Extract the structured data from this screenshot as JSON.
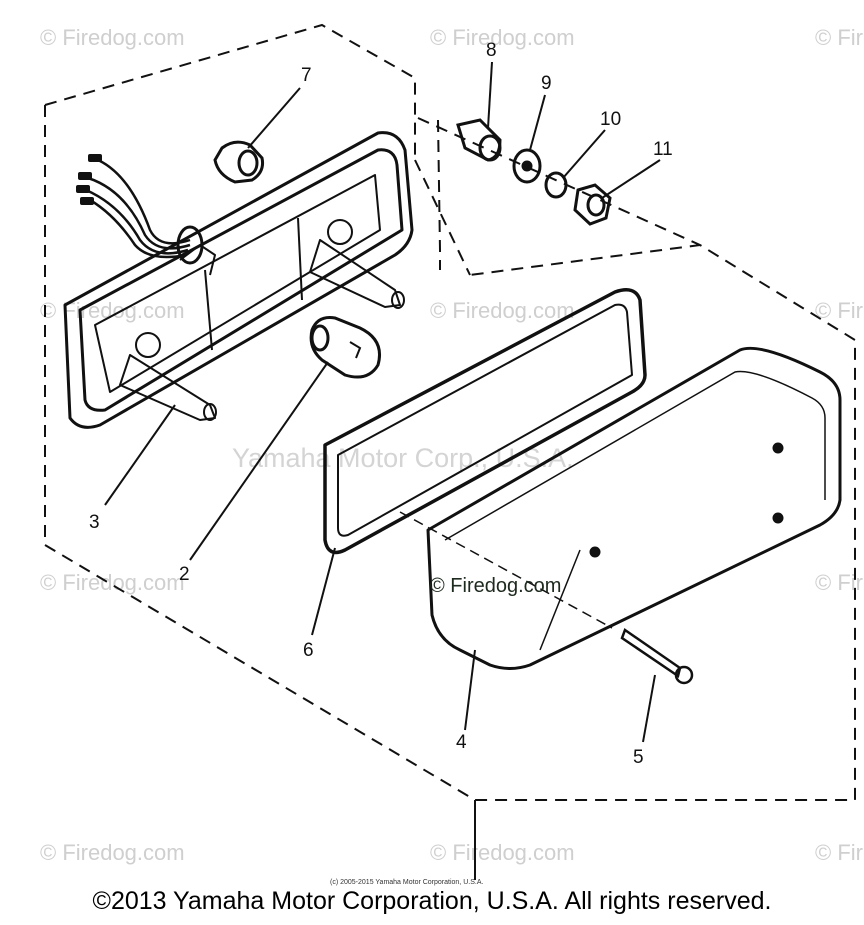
{
  "parts": {
    "p1": "2",
    "p2": "3",
    "p3": "4",
    "p4": "5",
    "p5": "6",
    "p6": "7",
    "p7": "8",
    "p8": "9",
    "p9": "10",
    "p10": "11"
  },
  "watermarks": {
    "firedog": "© Firedog.com",
    "center": "Yamaha Motor Corp., U.S.A."
  },
  "small_copyright": "(c) 2005-2015 Yamaha Motor Corporation, U.S.A.",
  "copyright": "©2013 Yamaha Motor Corporation, U.S.A. All rights reserved."
}
